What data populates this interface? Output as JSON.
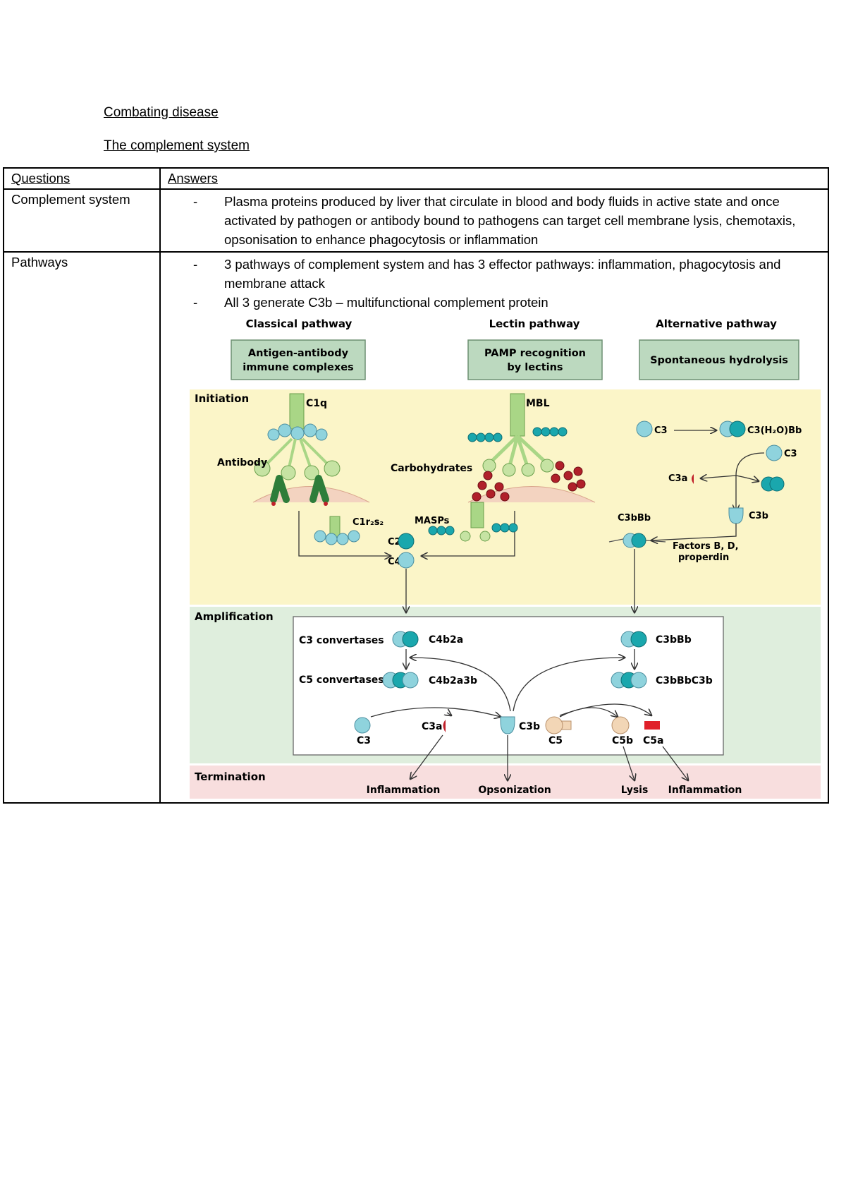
{
  "headings": {
    "title": "Combating disease",
    "subtitle": "The complement system"
  },
  "table": {
    "headers": [
      "Questions",
      "Answers"
    ],
    "rows": [
      {
        "question": "Complement system",
        "answers": [
          "Plasma proteins produced by liver that circulate in blood and body fluids in active state and once activated by pathogen or antibody bound to pathogens can target cell membrane lysis, chemotaxis, opsonisation to enhance phagocytosis or inflammation"
        ]
      },
      {
        "question": "Pathways",
        "answers": [
          "3 pathways of complement system and has 3 effector pathways: inflammation, phagocytosis and membrane attack",
          "All 3 generate C3b – multifunctional complement protein"
        ]
      }
    ]
  },
  "figure": {
    "pathways": {
      "classical": "Classical pathway",
      "lectin": "Lectin pathway",
      "alternative": "Alternative pathway"
    },
    "triggers": {
      "classical": [
        "Antigen-antibody",
        "immune complexes"
      ],
      "lectin": [
        "PAMP recognition",
        "by lectins"
      ],
      "alternative": "Spontaneous hydrolysis"
    },
    "stages": {
      "initiation": "Initiation",
      "amplification": "Amplification",
      "termination": "Termination"
    },
    "labels": {
      "c1q": "C1q",
      "mbl": "MBL",
      "antibody": "Antibody",
      "carbohydrates": "Carbohydrates",
      "c1r2s2": "C1r₂s₂",
      "masps": "MASPs",
      "c2": "C2",
      "c4": "C4",
      "c3_alt": "C3",
      "c3h2obb": "C3(H₂O)Bb",
      "c3_alt2": "C3",
      "c3a_alt": "C3a",
      "c3b_alt": "C3b",
      "c3bbb_alt": "C3bBb",
      "factors": [
        "Factors B, D,",
        "properdin"
      ],
      "c3_convertases": "C3 convertases",
      "c5_convertases": "C5 convertases",
      "c4b2a": "C4b2a",
      "c4b2a3b": "C4b2a3b",
      "c3bbb": "C3bBb",
      "c3bbbc3b": "C3bBbC3b",
      "c3": "C3",
      "c3a": "C3a",
      "c3b": "C3b",
      "c5": "C5",
      "c5b": "C5b",
      "c5a": "C5a"
    },
    "outcomes": [
      "Inflammation",
      "Opsonization",
      "Lysis",
      "Inflammation"
    ],
    "colors": {
      "initiation_bg": "#fbf5c8",
      "amplification_bg": "#dfeedd",
      "termination_bg": "#f8dede",
      "trigger_box": "#bcd9bf",
      "teal_dark": "#1aa7ad",
      "teal_light": "#8fd3dd",
      "green_dark": "#2e7d3a",
      "green_light": "#a9d686",
      "red": "#c0202a",
      "tan": "#f2d6b6"
    }
  }
}
